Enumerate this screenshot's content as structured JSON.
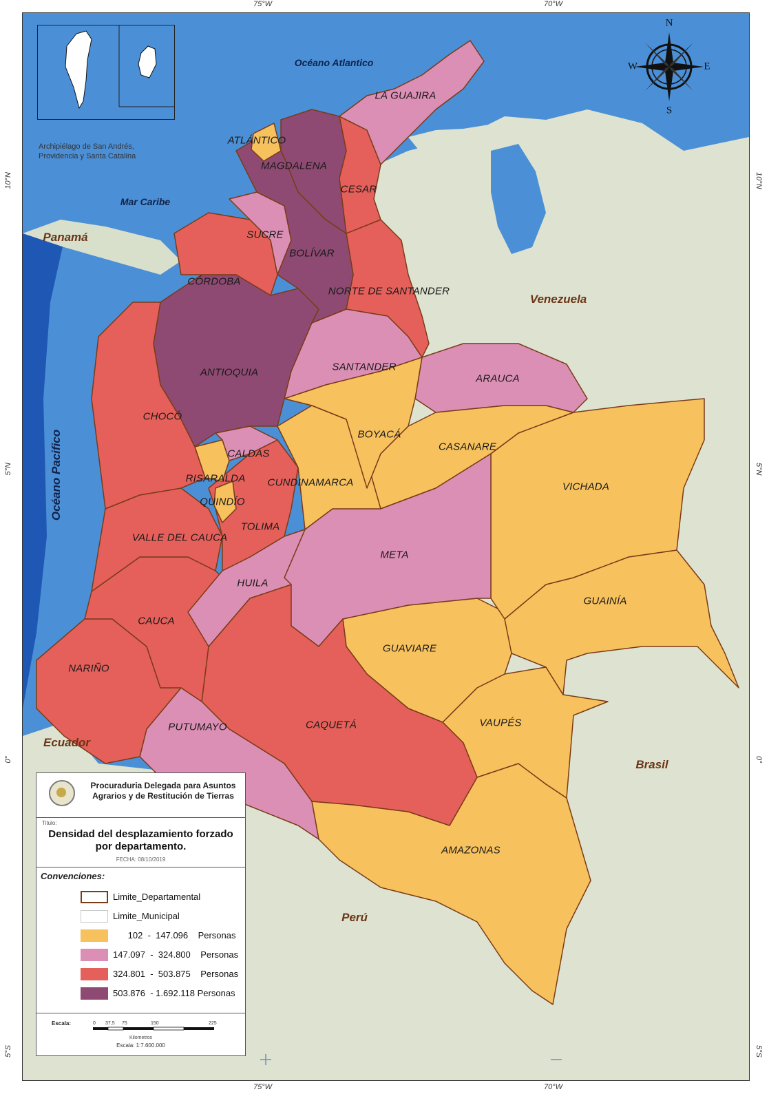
{
  "graticule": {
    "top": [
      "75°W",
      "70°W"
    ],
    "bottom": [
      "75°W",
      "70°W"
    ],
    "left": [
      "10°N",
      "5°N",
      "0°",
      "5°S"
    ],
    "right": [
      "10°N",
      "5°N",
      "0°",
      "5°S"
    ]
  },
  "inset": {
    "caption_line1": "Archipiélago de San Andrés,",
    "caption_line2": "Providencia y Santa Catalina"
  },
  "compass": {
    "n": "N",
    "s": "S",
    "e": "E",
    "w": "W"
  },
  "seas": {
    "atlantic": "Océano Atlantico",
    "caribbean": "Mar Caribe",
    "pacific": "Océano Pacifico"
  },
  "countries": {
    "panama": "Panamá",
    "venezuela": "Venezuela",
    "ecuador": "Ecuador",
    "brasil": "Brasil",
    "peru": "Perú"
  },
  "departments": [
    {
      "name": "LA GUAJIRA",
      "class": 2
    },
    {
      "name": "ATLÁNTICO",
      "class": 1
    },
    {
      "name": "MAGDALENA",
      "class": 4
    },
    {
      "name": "CESAR",
      "class": 3
    },
    {
      "name": "SUCRE",
      "class": 2
    },
    {
      "name": "BOLÍVAR",
      "class": 4
    },
    {
      "name": "CÓRDOBA",
      "class": 3
    },
    {
      "name": "NORTE DE SANTANDER",
      "class": 3
    },
    {
      "name": "ANTIOQUIA",
      "class": 4
    },
    {
      "name": "SANTANDER",
      "class": 2
    },
    {
      "name": "ARAUCA",
      "class": 2
    },
    {
      "name": "CHOCÓ",
      "class": 3
    },
    {
      "name": "BOYACÁ",
      "class": 1
    },
    {
      "name": "CASANARE",
      "class": 1
    },
    {
      "name": "CALDAS",
      "class": 2
    },
    {
      "name": "RISARALDA",
      "class": 1
    },
    {
      "name": "CUNDINAMARCA",
      "class": 1
    },
    {
      "name": "VICHADA",
      "class": 1
    },
    {
      "name": "QUINDÍO",
      "class": 1
    },
    {
      "name": "TOLIMA",
      "class": 3
    },
    {
      "name": "VALLE DEL CAUCA",
      "class": 3
    },
    {
      "name": "META",
      "class": 2
    },
    {
      "name": "HUILA",
      "class": 2
    },
    {
      "name": "GUAINÍA",
      "class": 1
    },
    {
      "name": "CAUCA",
      "class": 3
    },
    {
      "name": "GUAVIARE",
      "class": 1
    },
    {
      "name": "NARIÑO",
      "class": 3
    },
    {
      "name": "PUTUMAYO",
      "class": 2
    },
    {
      "name": "CAQUETÁ",
      "class": 3
    },
    {
      "name": "VAUPÉS",
      "class": 1
    },
    {
      "name": "AMAZONAS",
      "class": 1
    }
  ],
  "colors": {
    "class1": "#f7c15e",
    "class2": "#dc8fb5",
    "class3": "#e5605a",
    "class4": "#8e4a72",
    "ocean": "#4b8fd6",
    "land_neighbor": "#dde3d0",
    "border": "#7a3b18"
  },
  "legend": {
    "agency_line1": "Procuraduria Delegada para Asuntos",
    "agency_line2": "Agrarios y de Restitución de Tierras",
    "title_label": "Titulo:",
    "title_line1": "Densidad del desplazamiento forzado",
    "title_line2": "por departamento.",
    "date": "FECHA: 08/10/2019",
    "conventions_label": "Convenciones:",
    "items": [
      {
        "label": "Limite_Departamental",
        "kind": "dept-boundary"
      },
      {
        "label": "Limite_Municipal",
        "kind": "muni-boundary"
      },
      {
        "label": "      102  -  147.096    Personas",
        "kind": "class1"
      },
      {
        "label": "147.097  -  324.800    Personas",
        "kind": "class2"
      },
      {
        "label": "324.801  -  503.875    Personas",
        "kind": "class3"
      },
      {
        "label": "503.876  - 1.692.118 Personas",
        "kind": "class4"
      }
    ],
    "scale_label": "Escala:",
    "scale_ticks": [
      "0",
      "37,5",
      "75",
      "150",
      "225"
    ],
    "scale_unit": "Kilometros",
    "scale_ratio": "Escala: 1:7.600.000"
  }
}
